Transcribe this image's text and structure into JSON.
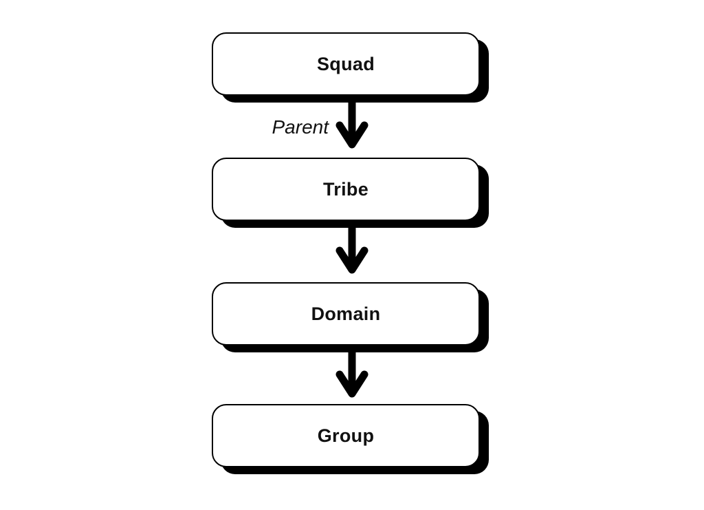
{
  "diagram": {
    "type": "flowchart",
    "direction": "top-down",
    "colors": {
      "background": "#ffffff",
      "node_fill": "#ffffff",
      "node_border": "#000000",
      "node_shadow": "#000000",
      "arrow": "#000000",
      "text": "#111111"
    },
    "nodes": [
      {
        "id": "squad",
        "label": "Squad"
      },
      {
        "id": "tribe",
        "label": "Tribe"
      },
      {
        "id": "domain",
        "label": "Domain"
      },
      {
        "id": "group",
        "label": "Group"
      }
    ],
    "edges": [
      {
        "from": "Squad",
        "to": "Tribe",
        "label": "Parent"
      },
      {
        "from": "Tribe",
        "to": "Domain",
        "label": ""
      },
      {
        "from": "Domain",
        "to": "Group",
        "label": ""
      }
    ]
  }
}
